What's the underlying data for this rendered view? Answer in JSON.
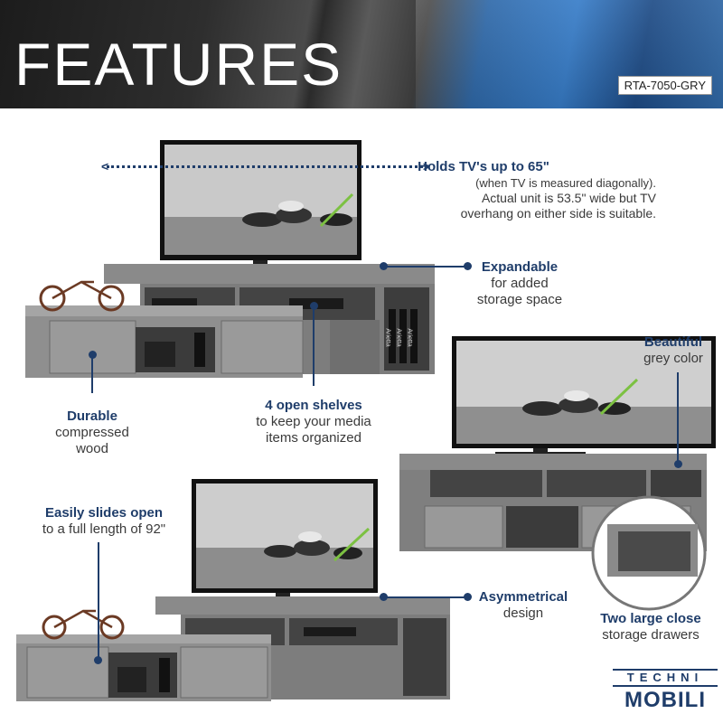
{
  "banner": {
    "title": "FEATURES",
    "sku": "RTA-7050-GRY"
  },
  "features": {
    "tv_size": {
      "heading": "Holds TV's up to 65\"",
      "line1": "(when TV is measured diagonally).",
      "line2": "Actual unit is 53.5\" wide but TV",
      "line3": "overhang on either side is suitable."
    },
    "expandable": {
      "heading": "Expandable",
      "line1": "for added",
      "line2": "storage space"
    },
    "durable": {
      "heading": "Durable",
      "line1": "compressed",
      "line2": "wood"
    },
    "shelves": {
      "heading": "4 open shelves",
      "line1": "to keep your media",
      "line2": "items organized"
    },
    "color": {
      "heading": "Beautiful",
      "line1": "grey color"
    },
    "slides": {
      "heading": "Easily slides open",
      "line1": "to a full length of 92\""
    },
    "asymmetrical": {
      "heading": "Asymmetrical",
      "line1": "design"
    },
    "drawers": {
      "heading": "Two large close",
      "line1": "storage drawers"
    }
  },
  "brand": {
    "top": "TECHNI",
    "bottom": "MOBILI"
  },
  "book_spines": [
    "Arietta",
    "Arietta",
    "Arietta"
  ],
  "colors": {
    "accent": "#1f3d6a",
    "wood": "#8a8a8a",
    "wood_dark": "#5e5e5e",
    "tv_frame": "#111111"
  }
}
